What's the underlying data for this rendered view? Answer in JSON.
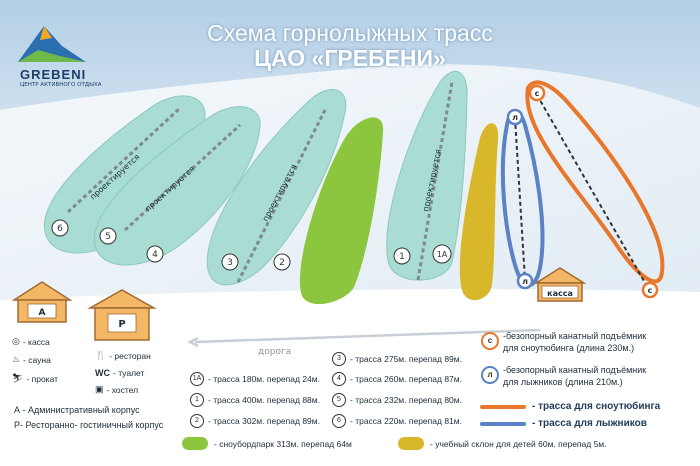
{
  "header": {
    "title_line1": "Схема горнолыжных трасс",
    "title_line2": "ЦАО «ГРЕБЕНИ»"
  },
  "logo": {
    "name": "GREBENI",
    "subtitle": "ЦЕНТР АКТИВНОГО ОТДЫХА"
  },
  "map": {
    "projected_label": "проектируется",
    "road_label": "дорога",
    "kassa_label": "касса",
    "building_a": "А",
    "building_p": "Р",
    "trail_numbers": [
      "6",
      "5",
      "4",
      "3",
      "2",
      "1",
      "1А"
    ],
    "lift_letter_snowtubing": "c",
    "lift_letter_ski": "л"
  },
  "legend_left": {
    "kassa": "- касса",
    "sauna": "- сауна",
    "prokat": "- прокат",
    "restaurant": "- ресторан",
    "toilet_code": "WC",
    "toilet": "- туалет",
    "hostel": "- хостел",
    "admin": "А - Административный корпус",
    "hotel": "Р- Ресторанно- гостиничный корпус"
  },
  "legend_trails": [
    {
      "id": "1А",
      "text": "- трасса 180м. перепад 24м."
    },
    {
      "id": "1",
      "text": "- трасса 400м. перепад 88м."
    },
    {
      "id": "2",
      "text": "- трасса 302м. перепад 89м."
    },
    {
      "id": "3",
      "text": "- трасса 275м. перепад 89м."
    },
    {
      "id": "4",
      "text": "- трасса 260м. перепад 87м."
    },
    {
      "id": "5",
      "text": "- трасса 232м. перепад 80м."
    },
    {
      "id": "6",
      "text": "- трасса 220м. перепад 81м."
    }
  ],
  "legend_slopes": {
    "snowpark": "- сноубордпарк 313м. перепад 64м",
    "kids": "- учебный склон для детей 60м. перепад 5м."
  },
  "legend_lifts": {
    "snowtubing_line1": "-безопорный канатный подъёмник",
    "snowtubing_line2": "для сноутюбинга (длина 230м.)",
    "ski_line1": "-безопорный канатный подъёмник",
    "ski_line2": "для лыжников (длина 210м.)"
  },
  "legend_routes": {
    "snowtubing": "- трасса для сноутюбинга",
    "ski": "- трасса для лыжников"
  },
  "colors": {
    "trail_fill": "#a9dcd2",
    "snowpark": "#8cc63f",
    "kids": "#d9b72b",
    "snowtubing": "#e8772c",
    "ski": "#5b82c4",
    "building": "#f3b765",
    "building_stroke": "#a06a30"
  }
}
